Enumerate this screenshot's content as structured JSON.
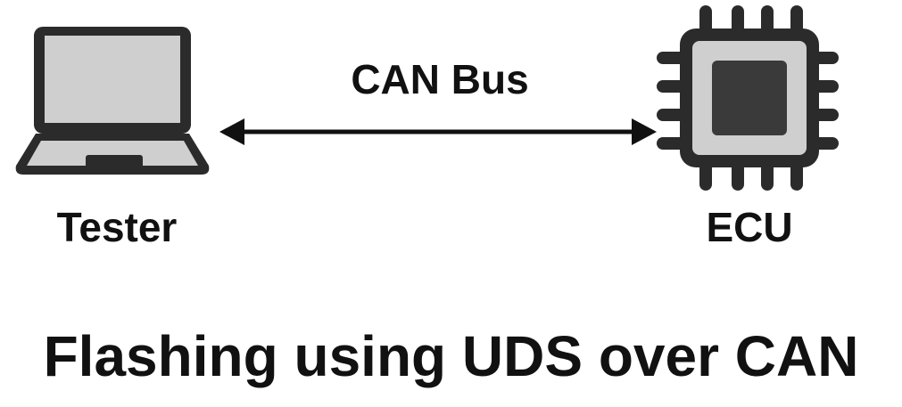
{
  "nodes": {
    "tester": {
      "label": "Tester",
      "icon": "laptop-icon"
    },
    "ecu": {
      "label": "ECU",
      "icon": "chip-icon"
    }
  },
  "connection": {
    "label": "CAN Bus",
    "direction": "bidirectional"
  },
  "title": "Flashing using UDS over CAN",
  "colors": {
    "outline": "#2b2b2b",
    "fill_light": "#cfcfcf",
    "fill_dark": "#3a3a3a",
    "text": "#111111"
  }
}
